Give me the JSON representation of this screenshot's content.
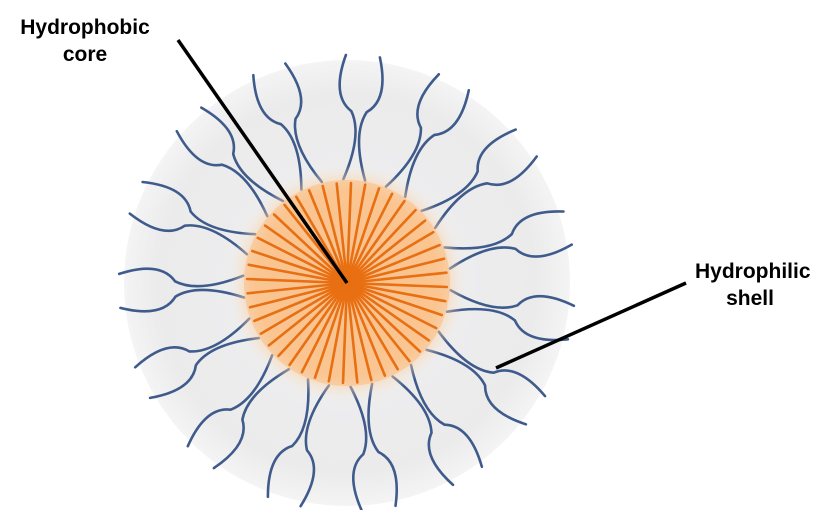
{
  "labels": {
    "core": {
      "line1": "Hydrophobic",
      "line2": "core"
    },
    "shell": {
      "line1": "Hydrophilic",
      "line2": "shell"
    }
  },
  "colors": {
    "background_disc": "#ededee",
    "core_glow": "#fbd7b0",
    "core_fill": "#f9b878",
    "core_spokes": "#e86f12",
    "shell_tails": "#3f5b8b",
    "leader_line": "#000000"
  },
  "micelle": {
    "hydrophobic_chain_count": 44,
    "hydrophilic_chain_count": 30
  }
}
